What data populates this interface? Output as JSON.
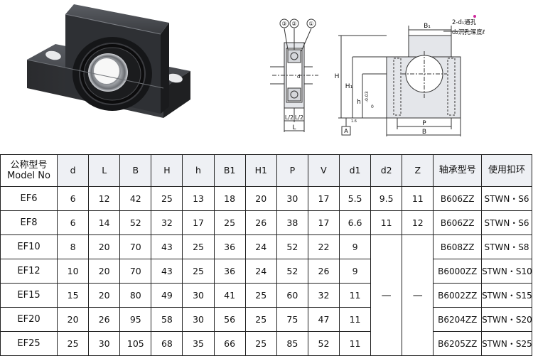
{
  "drawing": {
    "balloons": [
      "③",
      "②",
      "①"
    ],
    "dim_labels": {
      "B1": "B₁",
      "H": "H",
      "H1": "H₁",
      "h": "h",
      "tolerance": "-0.03",
      "tolerance_zero": "0",
      "L_half_left": "L/2",
      "L_half_right": "L/2",
      "L": "L",
      "P": "P",
      "B": "B",
      "datum": "A",
      "d": "d",
      "surface": "1.6"
    },
    "callouts": {
      "through_hole": "2-d₁通孔",
      "counterbore": "d₂沉孔深度ℓ"
    }
  },
  "table": {
    "header_model_cn": "公称型号",
    "header_model_en": "Model No",
    "columns": [
      "d",
      "L",
      "B",
      "H",
      "h",
      "B1",
      "H1",
      "P",
      "V",
      "d1",
      "d2",
      "Z",
      "轴承型号",
      "使用扣环"
    ],
    "rows": [
      {
        "model": "EF6",
        "d": "6",
        "L": "12",
        "B": "42",
        "H": "25",
        "h": "13",
        "B1": "18",
        "H1": "20",
        "P": "30",
        "V": "17",
        "d1": "5.5",
        "d2": "9.5",
        "Z": "11",
        "bearing": "B606ZZ",
        "nut": "STWN・S6"
      },
      {
        "model": "EF8",
        "d": "6",
        "L": "14",
        "B": "52",
        "H": "32",
        "h": "17",
        "B1": "25",
        "H1": "26",
        "P": "38",
        "V": "17",
        "d1": "6.6",
        "d2": "11",
        "Z": "12",
        "bearing": "B606ZZ",
        "nut": "STWN・S6"
      },
      {
        "model": "EF10",
        "d": "8",
        "L": "20",
        "B": "70",
        "H": "43",
        "h": "25",
        "B1": "36",
        "H1": "24",
        "P": "52",
        "V": "22",
        "d1": "9",
        "bearing": "B608ZZ",
        "nut": "STWN・S8"
      },
      {
        "model": "EF12",
        "d": "10",
        "L": "20",
        "B": "70",
        "H": "43",
        "h": "25",
        "B1": "36",
        "H1": "24",
        "P": "52",
        "V": "26",
        "d1": "9",
        "bearing": "B6000ZZ",
        "nut": "STWN・S10"
      },
      {
        "model": "EF15",
        "d": "15",
        "L": "20",
        "B": "80",
        "H": "49",
        "h": "30",
        "B1": "41",
        "H1": "25",
        "P": "60",
        "V": "32",
        "d1": "11",
        "bearing": "B6002ZZ",
        "nut": "STWN・S15"
      },
      {
        "model": "EF20",
        "d": "20",
        "L": "26",
        "B": "95",
        "H": "58",
        "h": "30",
        "B1": "56",
        "H1": "25",
        "P": "75",
        "V": "47",
        "d1": "11",
        "bearing": "B6204ZZ",
        "nut": "STWN・S20"
      },
      {
        "model": "EF25",
        "d": "25",
        "L": "30",
        "B": "105",
        "H": "68",
        "h": "35",
        "B1": "66",
        "H1": "25",
        "P": "85",
        "V": "52",
        "d1": "11",
        "bearing": "B6205ZZ",
        "nut": "STWN・S25"
      }
    ],
    "merged_dash": "—"
  }
}
